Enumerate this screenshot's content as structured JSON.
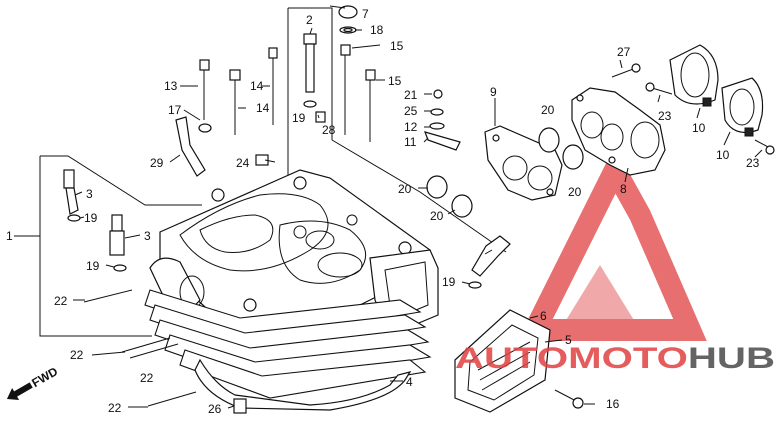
{
  "diagram": {
    "callouts": [
      "1",
      "2",
      "3",
      "3",
      "4",
      "5",
      "6",
      "7",
      "8",
      "9",
      "10",
      "10",
      "11",
      "12",
      "13",
      "14",
      "14",
      "15",
      "15",
      "16",
      "17",
      "18",
      "19",
      "19",
      "19",
      "19",
      "20",
      "20",
      "20",
      "20",
      "21",
      "22",
      "22",
      "22",
      "22",
      "23",
      "23",
      "24",
      "25",
      "26",
      "27",
      "28",
      "29"
    ],
    "fwd_label": "FWD"
  },
  "watermark": {
    "brand_part1": "AUTO",
    "brand_part2": "MOTO",
    "brand_part3": "HUB",
    "color_red": "#e04040",
    "color_dark": "#4a4a4a"
  }
}
